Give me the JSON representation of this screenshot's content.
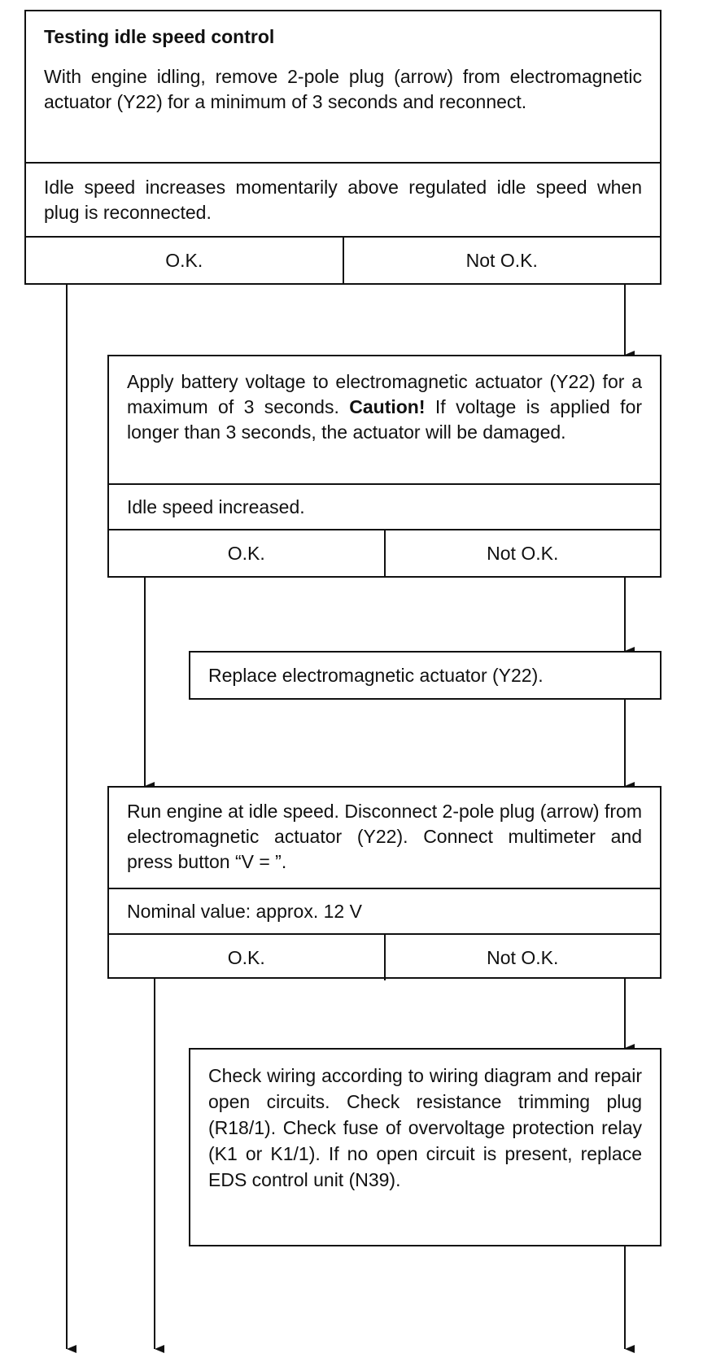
{
  "box1": {
    "title": "Testing idle speed control",
    "instruction": "With engine idling, remove 2-pole plug (arrow) from electromagnetic actuator (Y22) for a minimum of 3 seconds and reconnect.",
    "check": "Idle speed increases momentarily above regulated idle speed when plug is reconnected.",
    "ok": "O.K.",
    "not_ok": "Not O.K."
  },
  "box2": {
    "instruction_part1": "Apply battery voltage to electromagnetic actuator (Y22) for a maximum of 3 seconds.",
    "caution": "Caution!",
    "instruction_part2": "If voltage is applied for longer than 3 seconds, the actuator will be damaged.",
    "check": "Idle speed increased.",
    "ok": "O.K.",
    "not_ok": "Not O.K."
  },
  "box3": {
    "action": "Replace electromagnetic actuator (Y22)."
  },
  "box4": {
    "instruction": "Run engine at idle speed. Disconnect 2-pole plug (arrow) from electromagnetic actuator (Y22). Connect multimeter and press button “V = ”.",
    "check": "Nominal value: approx. 12 V",
    "ok": "O.K.",
    "not_ok": "Not O.K."
  },
  "box5": {
    "action": "Check wiring according to wiring diagram and repair open circuits. Check resistance trimming plug (R18/1). Check fuse of overvoltage protection relay (K1 or K1/1). If no open circuit is present, replace EDS control unit (N39)."
  }
}
